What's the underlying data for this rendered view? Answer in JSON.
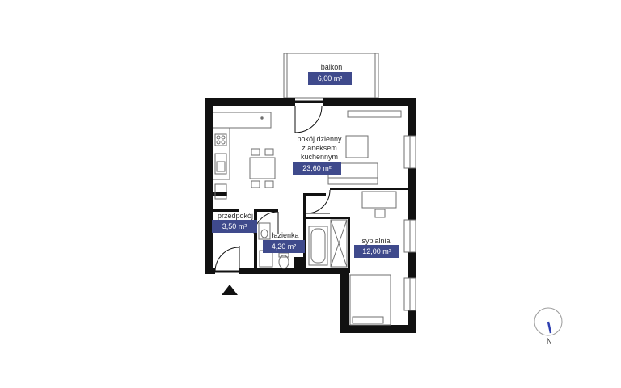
{
  "colors": {
    "wall": "#111111",
    "badge": "#3f4a8c",
    "line": "#6f6f6f"
  },
  "rooms": [
    {
      "id": "balkon",
      "name": "balkon",
      "area": "6,00 m²"
    },
    {
      "id": "pokoj",
      "name": "pokój dzienny\nz aneksem\nkuchennym",
      "area": "23,60 m²"
    },
    {
      "id": "przedpokoj",
      "name": "przedpokój",
      "area": "3,50 m²"
    },
    {
      "id": "lazienka",
      "name": "łazienka",
      "area": "4,20 m²"
    },
    {
      "id": "sypialnia",
      "name": "sypialnia",
      "area": "12,00 m²"
    }
  ],
  "compass": {
    "label": "N"
  },
  "icons": {
    "entrance": "entrance-arrow-icon",
    "compass": "compass-icon"
  }
}
